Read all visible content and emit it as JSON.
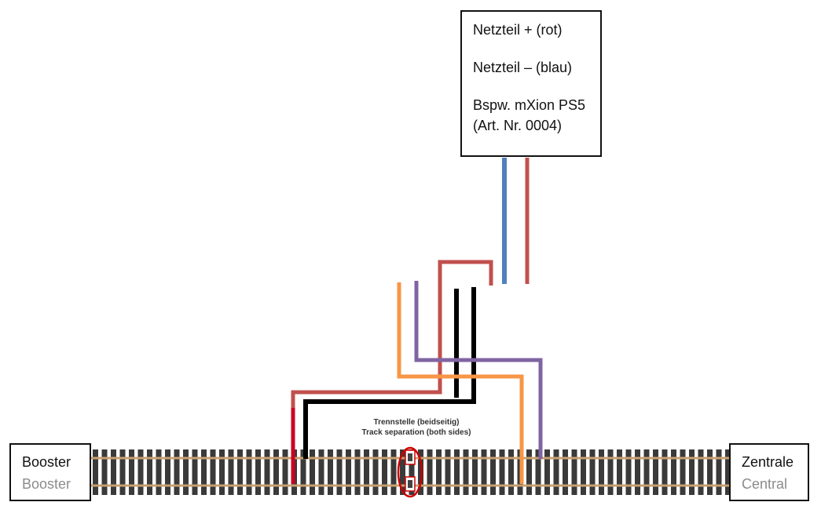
{
  "power_supply": {
    "plus_label": "Netzteil + (rot)",
    "minus_label": "Netzteil – (blau)",
    "example_line1": "Bspw. mXion PS5",
    "example_line2": "(Art. Nr. 0004)"
  },
  "booster": {
    "label_de": "Booster",
    "label_en": "Booster"
  },
  "central": {
    "label_de": "Zentrale",
    "label_en": "Central"
  },
  "track_separation": {
    "label_de": "Trennstelle (beidseitig)",
    "label_en": "Track separation (both sides)"
  },
  "colors": {
    "red_wire": "#c0504d",
    "blue_wire": "#4f81bd",
    "orange_wire": "#f79646",
    "purple_wire": "#8064a2",
    "black_wire": "#000000",
    "bright_red_wire": "#cc0022",
    "rail": "#c8a070",
    "sleeper": "#3a3a3a"
  }
}
